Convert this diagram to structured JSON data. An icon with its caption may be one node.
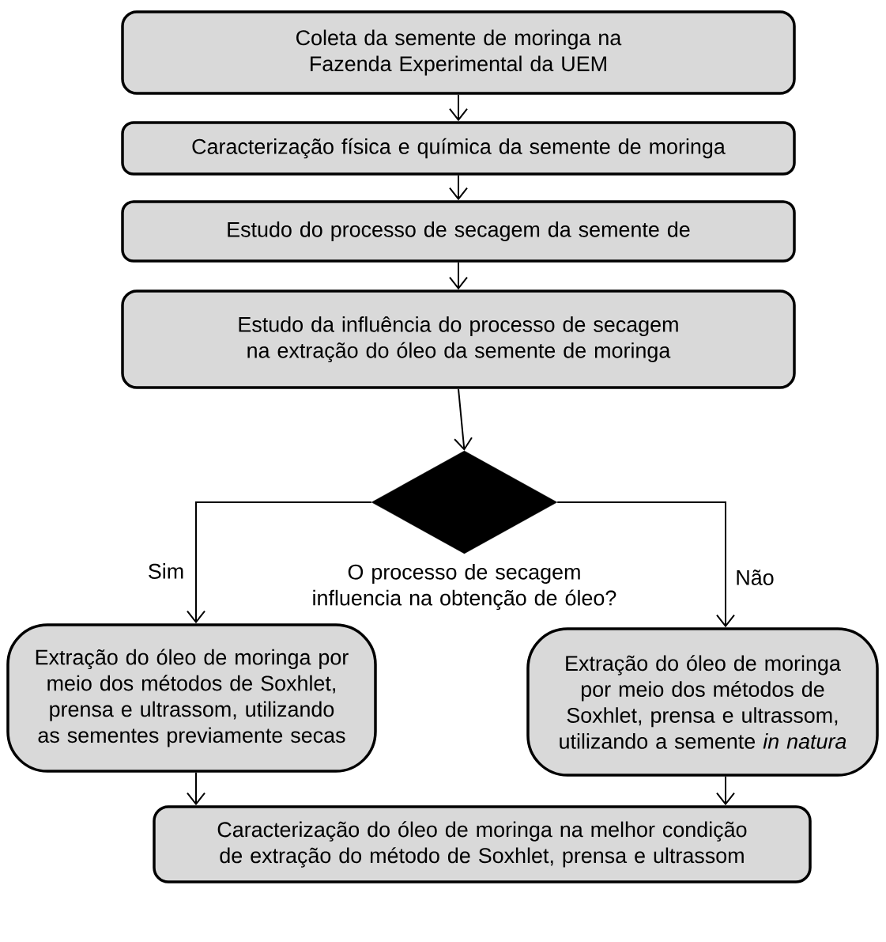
{
  "diagram": {
    "nodes": [
      {
        "text": [
          "Coleta da semente de moringa na Fazenda Experimental da UEM"
        ]
      },
      {
        "text": [
          "Caracterização física e química da semente de moringa"
        ]
      },
      {
        "text": [
          "Estudo do processo de secagem da semente de"
        ]
      },
      {
        "text": [
          "Estudo da influência do processo de secagem na extração do óleo da semente de moringa"
        ]
      },
      {
        "text": [],
        "shape": "diamond",
        "beside": [
          "O processo de secagem influencia na obtenção de óleo?"
        ]
      },
      {
        "text": [
          "Extração do óleo de moringa por meio dos métodos de Soxhlet, prensa e ultrassom, utilizando as sementes previamente secas"
        ]
      },
      {
        "text": [
          "Extração do óleo de moringa por meio dos métodos de Soxhlet, prensa e ultrassom, utilizando a semente *in natura*"
        ]
      },
      {
        "text": [
          "Caracterização do óleo de moringa na melhor condição de extração do método de Soxhlet, prensa e ultrassom"
        ]
      }
    ],
    "edges": [
      {
        "from": 0,
        "to": 1,
        "arrow": "to"
      },
      {
        "from": 1,
        "to": 2,
        "arrow": "to"
      },
      {
        "from": 2,
        "to": 3,
        "arrow": "to"
      },
      {
        "from": 3,
        "to": 4,
        "arrow": "to"
      },
      {
        "from": 4,
        "to": 5,
        "arrow": "to",
        "label": "Sim"
      },
      {
        "from": 4,
        "to": 6,
        "arrow": "to",
        "label": "Não"
      },
      {
        "from": 5,
        "to": 7,
        "arrow": "to"
      },
      {
        "from": 6,
        "to": 7,
        "arrow": "to"
      }
    ]
  }
}
